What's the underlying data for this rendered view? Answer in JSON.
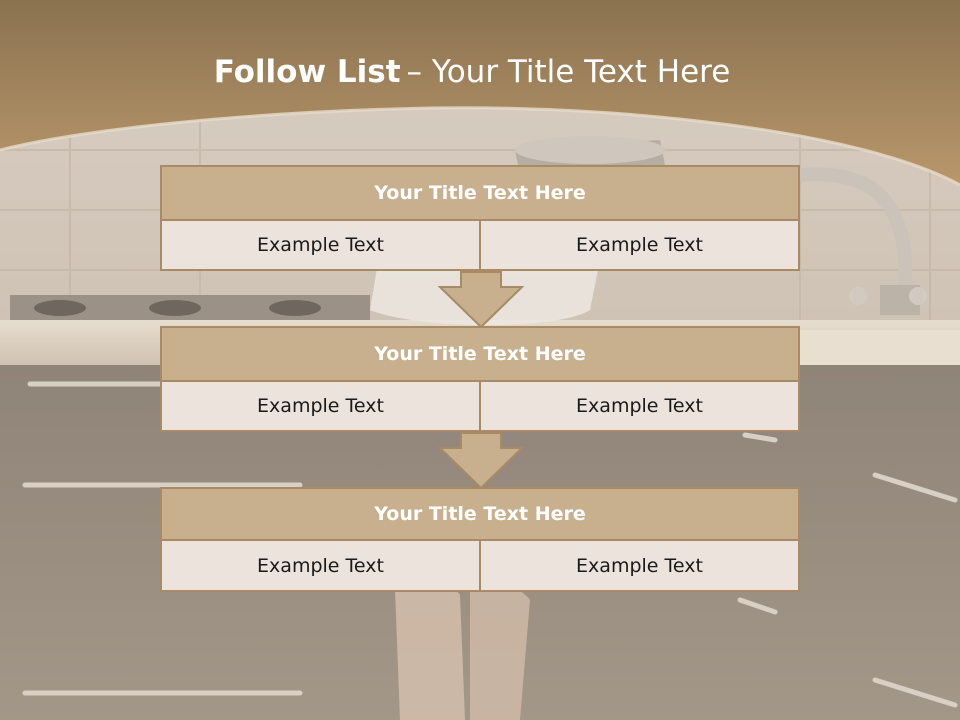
{
  "title": {
    "bold": "Follow List",
    "rest": "– Your Title Text Here"
  },
  "blocks": [
    {
      "header": "Your Title Text Here",
      "cells": [
        "Example Text",
        "Example Text"
      ]
    },
    {
      "header": "Your Title Text Here",
      "cells": [
        "Example Text",
        "Example Text"
      ]
    },
    {
      "header": "Your Title Text Here",
      "cells": [
        "Example Text",
        "Example Text"
      ]
    }
  ],
  "colors": {
    "header_fill": "#c8b08e",
    "header_border": "#a88a64",
    "cell_fill": "#ece3dc",
    "banner": "#b08a5c"
  }
}
